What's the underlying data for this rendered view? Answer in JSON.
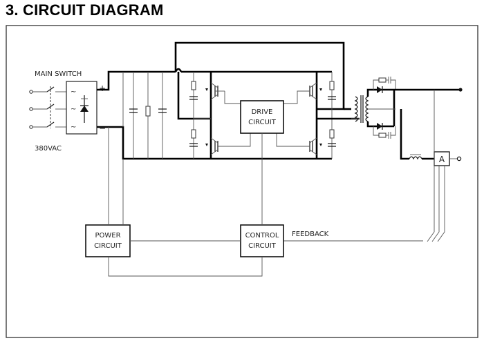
{
  "page": {
    "title": "3. CIRCUIT DIAGRAM"
  },
  "labels": {
    "main_switch": "MAIN SWITCH",
    "input_voltage": "380VAC",
    "feedback": "FEEDBACK",
    "plus": "+",
    "minus": "−",
    "ammeter": "A"
  },
  "blocks": {
    "drive": [
      "DRIVE",
      "CIRCUIT"
    ],
    "power": [
      "POWER",
      "CIRCUIT"
    ],
    "control": [
      "CONTROL",
      "CIRCUIT"
    ]
  }
}
